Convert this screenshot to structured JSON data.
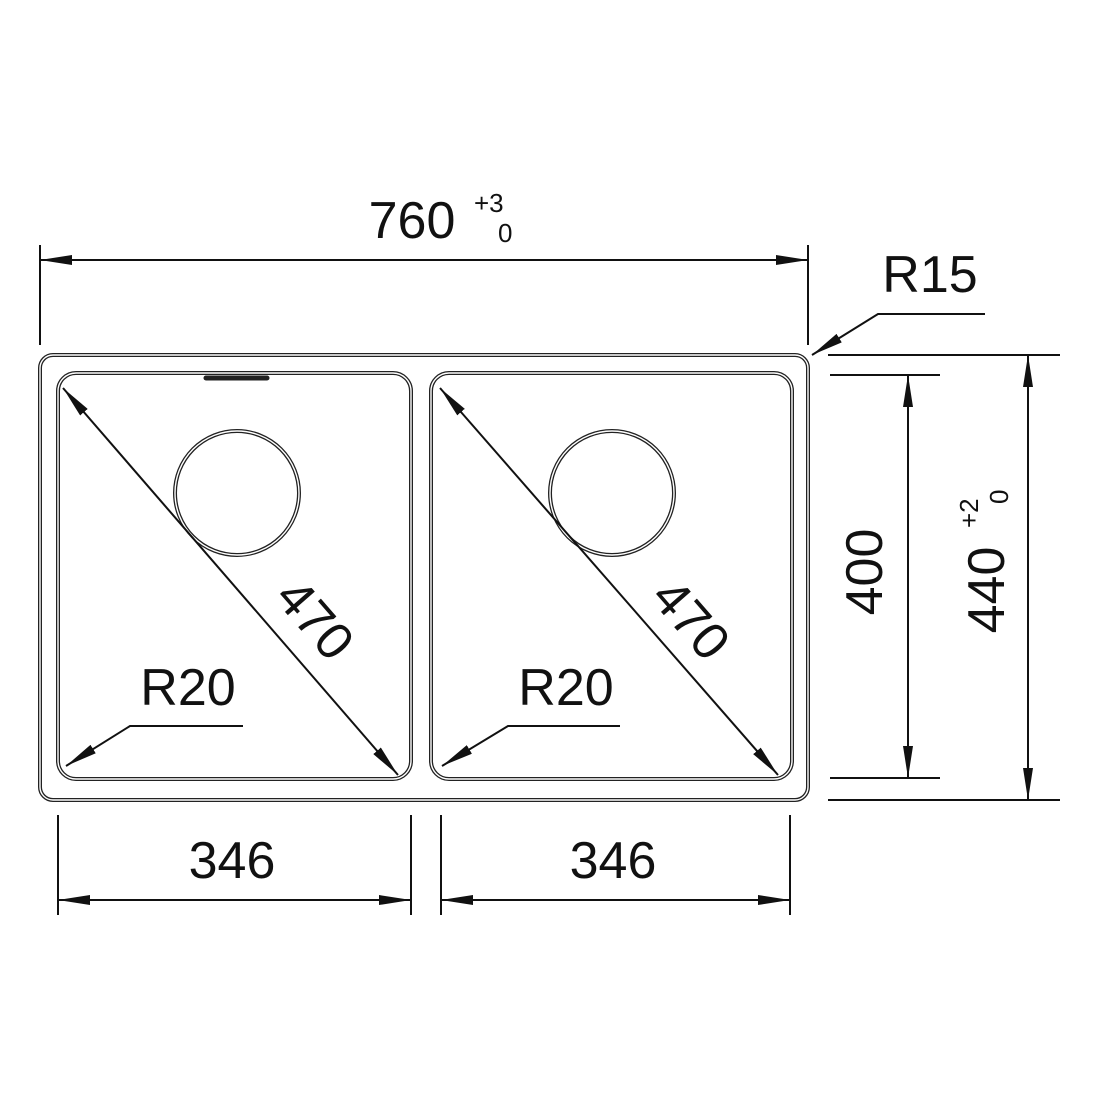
{
  "dimensions": {
    "overall_width": {
      "value": "760",
      "tol_upper": "+3",
      "tol_lower": "0"
    },
    "overall_depth": {
      "value": "440",
      "tol_upper": "+2",
      "tol_lower": "0"
    },
    "bowl_depth": "400",
    "corner_radius_outer": "R15",
    "left_bowl": {
      "width": "346",
      "diagonal": "470",
      "corner_radius": "R20"
    },
    "right_bowl": {
      "width": "346",
      "diagonal": "470",
      "corner_radius": "R20"
    }
  }
}
